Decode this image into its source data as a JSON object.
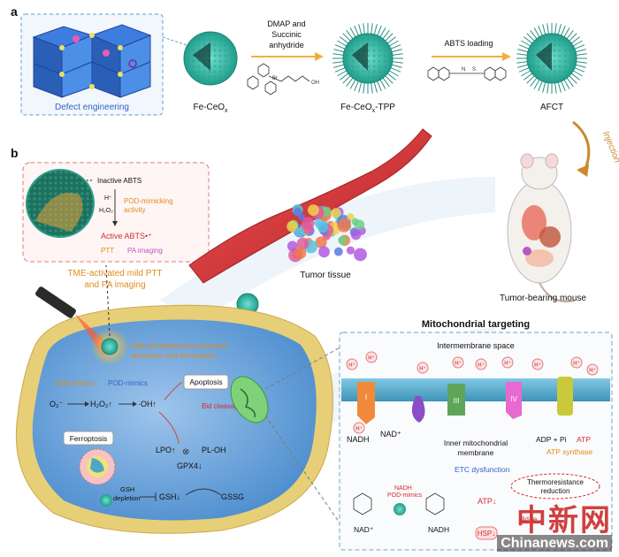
{
  "panel_a": {
    "letter": "a",
    "defect_label": "Defect engineering",
    "np1_label": "Fe-CeO",
    "np1_sub": "x",
    "step1_line1": "DMAP and",
    "step1_line2": "Succinic",
    "step1_line3": "anhydride",
    "np2_label": "Fe-CeO",
    "np2_sub": "x",
    "np2_suffix": "-TPP",
    "step2_label": "ABTS loading",
    "np3_label": "AFCT",
    "injection_label": "Injection",
    "tpp_br": "Br",
    "tpp_oh": "OH",
    "abts_n": "N",
    "abts_s": "S"
  },
  "panel_b": {
    "letter": "b",
    "inset": {
      "inactive": "Inactive ABTS",
      "h_plus": "H⁺",
      "h2o2": "H₂O₂",
      "pod_line1": "POD-mimicking",
      "pod_line2": "activity",
      "active": "Active ABTS•⁺",
      "ptt": "PTT",
      "pa": "PA imaging"
    },
    "tme_line1": "TME-activated mild PTT",
    "tme_line2": "and PA imaging",
    "tumor_tissue": "Tumor tissue",
    "tumor_mouse": "Tumor-bearing mouse",
    "mito_title": "Mitochondrial targeting",
    "cell": {
      "mild_line1": "Mild-photothermal-enhanced",
      "mild_line2": "apoptosis and ferroptosis",
      "sod": "SOD-mimics",
      "pod": "POD-mimics",
      "o2": "O₂⁻",
      "h2o2": "H₂O₂↑",
      "oh": "·OH↑",
      "apoptosis": "Apoptosis",
      "bid": "Bid cleavage",
      "ferroptosis": "Ferroptosis",
      "lpo": "LPO↑",
      "ploh": "PL-OH",
      "gpx4": "GPX4↓",
      "gsh_dep1": "GSH",
      "gsh_dep2": "depletion",
      "gsh": "GSH↓",
      "gssg": "GSSG"
    },
    "mito": {
      "intermembrane": "Intermembrane space",
      "hplus": "H⁺",
      "complex1": "I",
      "complex3": "III",
      "complex4": "IV",
      "nadh": "NADH",
      "nad": "NAD⁺",
      "inner_line1": "Inner mitochondrial",
      "inner_line2": "membrane",
      "adp_pi": "ADP + Pi",
      "atp": "ATP",
      "atp_synthase": "ATP synthase",
      "etc": "ETC dysfunction",
      "thermo_line1": "Thermoresistance",
      "thermo_line2": "reduction",
      "atp_down": "ATP↓",
      "hsp": "HSP↓",
      "nadh_pod1": "NADH",
      "nadh_pod2": "POD-mimics",
      "nad_bottom": "NAD⁺",
      "nadh_bottom": "NADH",
      "mild_te": "ild-te"
    }
  },
  "watermark": {
    "chinese": "中新网",
    "site": "Chinanews.com"
  },
  "colors": {
    "defect_blue": "#2f63c9",
    "np_teal": "#3fc3b2",
    "orange_text": "#e08a1a",
    "red_text": "#d62c2c",
    "purple_text": "#b85ac0",
    "blue_text": "#2f63c9",
    "cell_blue": "#5b9bd5",
    "membrane_yellow": "#e7cf78",
    "vessel_red": "#d9383a"
  }
}
